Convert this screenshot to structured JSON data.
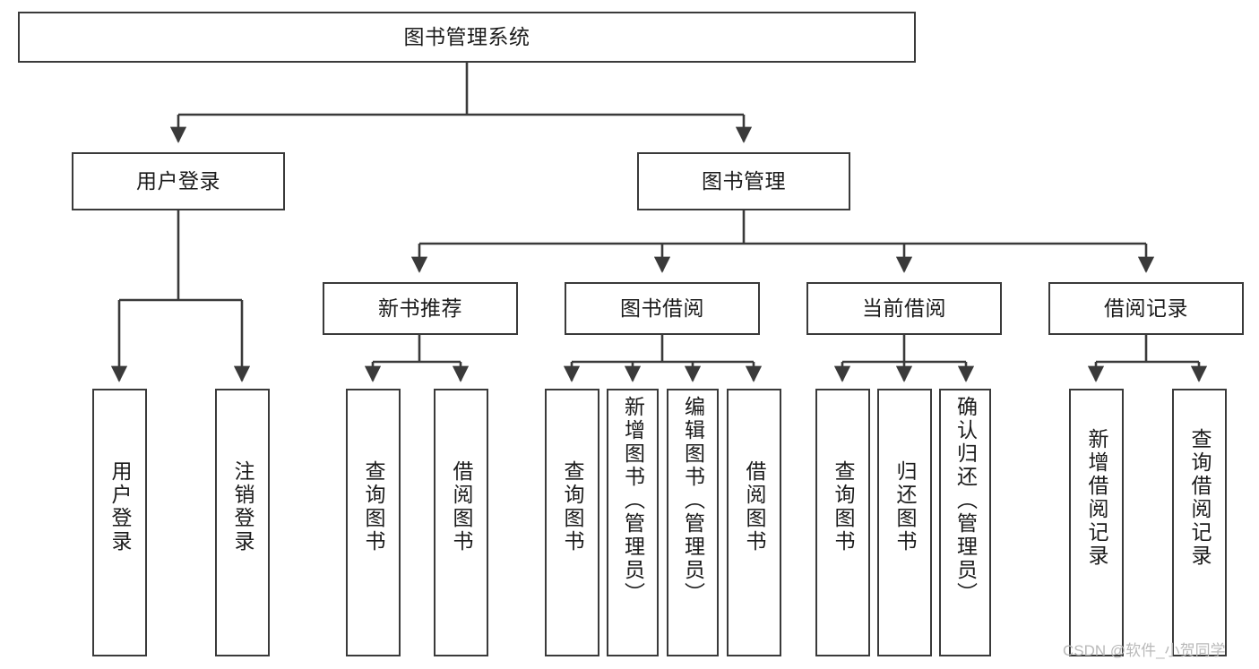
{
  "diagram": {
    "type": "tree-hierarchy-chart",
    "title": "图书管理系统",
    "orientation": "top-down",
    "box_border_color": "#3a3a3a",
    "box_fill_color": "#ffffff",
    "edge_color": "#3a3a3a",
    "background_color": "#ffffff",
    "levels": [
      {
        "level": 1,
        "nodes": [
          {
            "id": "root",
            "label": "图书管理系统",
            "text_direction": "horizontal"
          }
        ]
      },
      {
        "level": 2,
        "nodes": [
          {
            "id": "login",
            "label": "用户登录",
            "text_direction": "horizontal",
            "parent": "root"
          },
          {
            "id": "bookmgmt",
            "label": "图书管理",
            "text_direction": "horizontal",
            "parent": "root"
          }
        ]
      },
      {
        "level": 3,
        "nodes": [
          {
            "id": "newbook",
            "label": "新书推荐",
            "text_direction": "horizontal",
            "parent": "bookmgmt"
          },
          {
            "id": "borrow",
            "label": "图书借阅",
            "text_direction": "horizontal",
            "parent": "bookmgmt"
          },
          {
            "id": "current",
            "label": "当前借阅",
            "text_direction": "horizontal",
            "parent": "bookmgmt"
          },
          {
            "id": "records",
            "label": "借阅记录",
            "text_direction": "horizontal",
            "parent": "bookmgmt"
          }
        ]
      },
      {
        "level": 4,
        "nodes": [
          {
            "id": "leaf1",
            "label": "用户登录",
            "text_direction": "vertical",
            "parent": "login"
          },
          {
            "id": "leaf2",
            "label": "注销登录",
            "text_direction": "vertical",
            "parent": "login"
          },
          {
            "id": "leaf3",
            "label": "查询图书",
            "text_direction": "vertical",
            "parent": "newbook"
          },
          {
            "id": "leaf4",
            "label": "借阅图书",
            "text_direction": "vertical",
            "parent": "newbook"
          },
          {
            "id": "leaf5",
            "label": "查询图书",
            "text_direction": "vertical",
            "parent": "borrow"
          },
          {
            "id": "leaf6",
            "label": "新增图书（管理员）",
            "text_direction": "vertical",
            "parent": "borrow"
          },
          {
            "id": "leaf7",
            "label": "编辑图书（管理员）",
            "text_direction": "vertical",
            "parent": "borrow"
          },
          {
            "id": "leaf8",
            "label": "借阅图书",
            "text_direction": "vertical",
            "parent": "borrow"
          },
          {
            "id": "leaf9",
            "label": "查询图书",
            "text_direction": "vertical",
            "parent": "current"
          },
          {
            "id": "leaf10",
            "label": "归还图书",
            "text_direction": "vertical",
            "parent": "current"
          },
          {
            "id": "leaf11",
            "label": "确认归还（管理员）",
            "text_direction": "vertical",
            "parent": "current"
          },
          {
            "id": "leaf12",
            "label": "新增借阅记录",
            "text_direction": "vertical",
            "parent": "records"
          },
          {
            "id": "leaf13",
            "label": "查询借阅记录",
            "text_direction": "vertical",
            "parent": "records"
          }
        ]
      }
    ]
  },
  "watermark": {
    "text": "CSDN @软件_小贺同学"
  }
}
